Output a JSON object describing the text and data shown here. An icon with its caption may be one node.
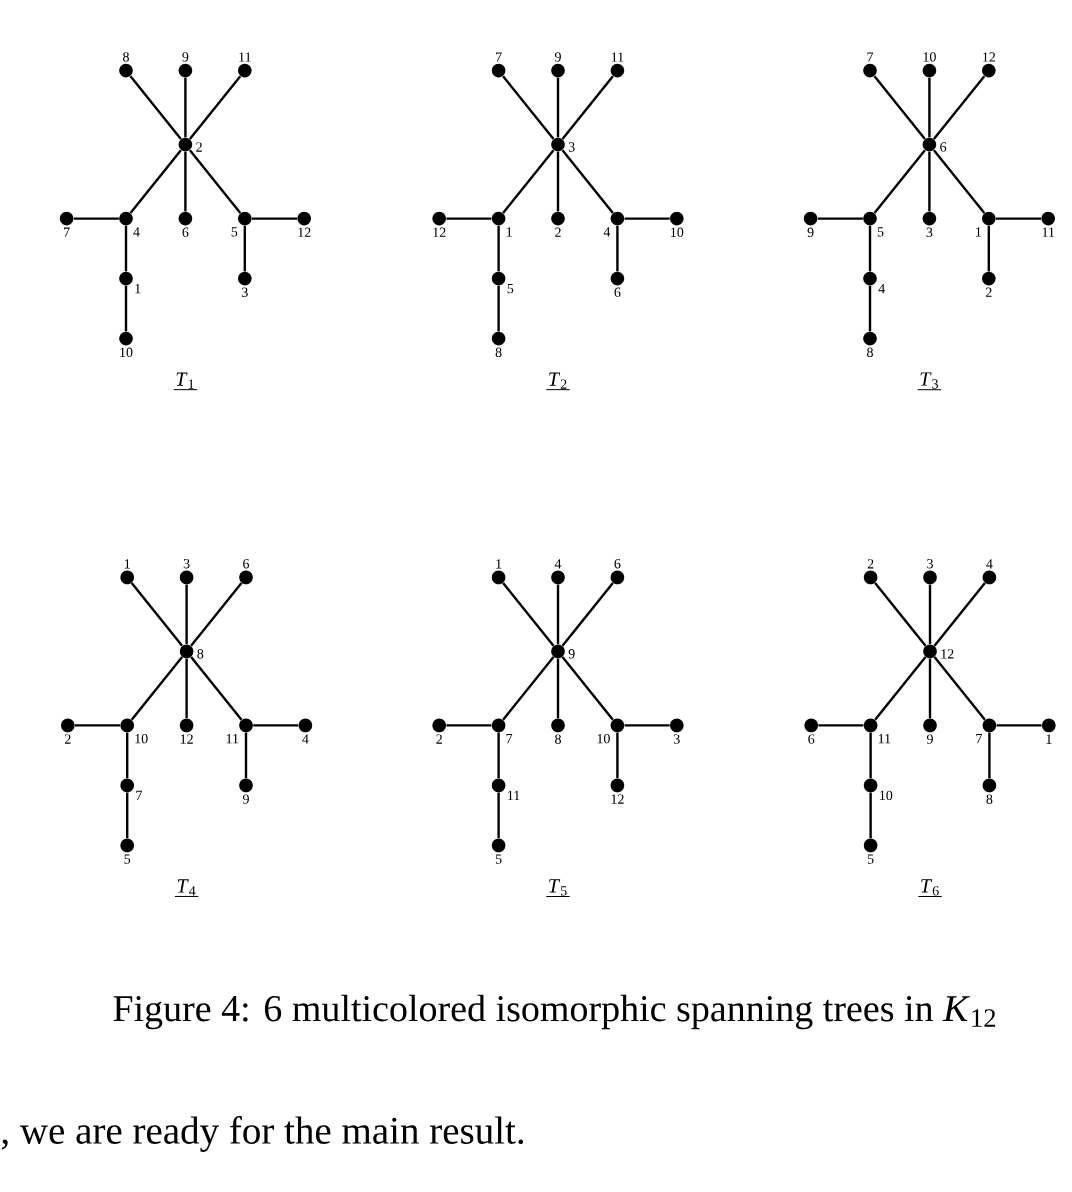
{
  "diagram": {
    "caption": "Figure 4: 6 multicolored isomorphic spanning trees in *K*$_{12}$",
    "nodes": [
      {
        "text": [],
        "shape": "circle",
        "beside": [
          "8"
        ]
      },
      {
        "text": [],
        "shape": "circle",
        "beside": [
          "9"
        ]
      },
      {
        "text": [],
        "shape": "circle",
        "beside": [
          "11"
        ]
      },
      {
        "text": [],
        "shape": "circle",
        "beside": [
          "2"
        ]
      },
      {
        "text": [],
        "shape": "circle",
        "beside": [
          "7"
        ]
      },
      {
        "text": [],
        "shape": "circle",
        "beside": [
          "4"
        ]
      },
      {
        "text": [],
        "shape": "circle",
        "beside": [
          "6"
        ]
      },
      {
        "text": [],
        "shape": "circle",
        "beside": [
          "5"
        ]
      },
      {
        "text": [],
        "shape": "circle",
        "beside": [
          "12"
        ]
      },
      {
        "text": [],
        "shape": "circle",
        "beside": [
          "1"
        ]
      },
      {
        "text": [],
        "shape": "circle",
        "beside": [
          "3"
        ]
      },
      {
        "text": [],
        "shape": "circle",
        "beside": [
          "10"
        ]
      },
      {
        "text": [],
        "shape": "circle",
        "beside": [
          "7"
        ]
      },
      {
        "text": [],
        "shape": "circle",
        "beside": [
          "9"
        ]
      },
      {
        "text": [],
        "shape": "circle",
        "beside": [
          "11"
        ]
      },
      {
        "text": [],
        "shape": "circle",
        "beside": [
          "3"
        ]
      },
      {
        "text": [],
        "shape": "circle",
        "beside": [
          "12"
        ]
      },
      {
        "text": [],
        "shape": "circle",
        "beside": [
          "1"
        ]
      },
      {
        "text": [],
        "shape": "circle",
        "beside": [
          "2"
        ]
      },
      {
        "text": [],
        "shape": "circle",
        "beside": [
          "4"
        ]
      },
      {
        "text": [],
        "shape": "circle",
        "beside": [
          "10"
        ]
      },
      {
        "text": [],
        "shape": "circle",
        "beside": [
          "5"
        ]
      },
      {
        "text": [],
        "shape": "circle",
        "beside": [
          "6"
        ]
      },
      {
        "text": [],
        "shape": "circle",
        "beside": [
          "8"
        ]
      },
      {
        "text": [],
        "shape": "circle",
        "beside": [
          "7"
        ]
      },
      {
        "text": [],
        "shape": "circle",
        "beside": [
          "10"
        ]
      },
      {
        "text": [],
        "shape": "circle",
        "beside": [
          "12"
        ]
      },
      {
        "text": [],
        "shape": "circle",
        "beside": [
          "6"
        ]
      },
      {
        "text": [],
        "shape": "circle",
        "beside": [
          "9"
        ]
      },
      {
        "text": [],
        "shape": "circle",
        "beside": [
          "5"
        ]
      },
      {
        "text": [],
        "shape": "circle",
        "beside": [
          "3"
        ]
      },
      {
        "text": [],
        "shape": "circle",
        "beside": [
          "1"
        ]
      },
      {
        "text": [],
        "shape": "circle",
        "beside": [
          "11"
        ]
      },
      {
        "text": [],
        "shape": "circle",
        "beside": [
          "4"
        ]
      },
      {
        "text": [],
        "shape": "circle",
        "beside": [
          "2"
        ]
      },
      {
        "text": [],
        "shape": "circle",
        "beside": [
          "8"
        ]
      },
      {
        "text": [],
        "shape": "circle",
        "beside": [
          "1"
        ]
      },
      {
        "text": [],
        "shape": "circle",
        "beside": [
          "3"
        ]
      },
      {
        "text": [],
        "shape": "circle",
        "beside": [
          "6"
        ]
      },
      {
        "text": [],
        "shape": "circle",
        "beside": [
          "8"
        ]
      },
      {
        "text": [],
        "shape": "circle",
        "beside": [
          "2"
        ]
      },
      {
        "text": [],
        "shape": "circle",
        "beside": [
          "10"
        ]
      },
      {
        "text": [],
        "shape": "circle",
        "beside": [
          "12"
        ]
      },
      {
        "text": [],
        "shape": "circle",
        "beside": [
          "11"
        ]
      },
      {
        "text": [],
        "shape": "circle",
        "beside": [
          "4"
        ]
      },
      {
        "text": [],
        "shape": "circle",
        "beside": [
          "7"
        ]
      },
      {
        "text": [],
        "shape": "circle",
        "beside": [
          "9"
        ]
      },
      {
        "text": [],
        "shape": "circle",
        "beside": [
          "5"
        ]
      },
      {
        "text": [],
        "shape": "circle",
        "beside": [
          "1"
        ]
      },
      {
        "text": [],
        "shape": "circle",
        "beside": [
          "4"
        ]
      },
      {
        "text": [],
        "shape": "circle",
        "beside": [
          "6"
        ]
      },
      {
        "text": [],
        "shape": "circle",
        "beside": [
          "9"
        ]
      },
      {
        "text": [],
        "shape": "circle",
        "beside": [
          "2"
        ]
      },
      {
        "text": [],
        "shape": "circle",
        "beside": [
          "7"
        ]
      },
      {
        "text": [],
        "shape": "circle",
        "beside": [
          "8"
        ]
      },
      {
        "text": [],
        "shape": "circle",
        "beside": [
          "10"
        ]
      },
      {
        "text": [],
        "shape": "circle",
        "beside": [
          "3"
        ]
      },
      {
        "text": [],
        "shape": "circle",
        "beside": [
          "11"
        ]
      },
      {
        "text": [],
        "shape": "circle",
        "beside": [
          "12"
        ]
      },
      {
        "text": [],
        "shape": "circle",
        "beside": [
          "5"
        ]
      },
      {
        "text": [],
        "shape": "circle",
        "beside": [
          "2"
        ]
      },
      {
        "text": [],
        "shape": "circle",
        "beside": [
          "3"
        ]
      },
      {
        "text": [],
        "shape": "circle",
        "beside": [
          "4"
        ]
      },
      {
        "text": [],
        "shape": "circle",
        "beside": [
          "12"
        ]
      },
      {
        "text": [],
        "shape": "circle",
        "beside": [
          "6"
        ]
      },
      {
        "text": [],
        "shape": "circle",
        "beside": [
          "11"
        ]
      },
      {
        "text": [],
        "shape": "circle",
        "beside": [
          "9"
        ]
      },
      {
        "text": [],
        "shape": "circle",
        "beside": [
          "7"
        ]
      },
      {
        "text": [],
        "shape": "circle",
        "beside": [
          "1"
        ]
      },
      {
        "text": [],
        "shape": "circle",
        "beside": [
          "10"
        ]
      },
      {
        "text": [],
        "shape": "circle",
        "beside": [
          "8"
        ]
      },
      {
        "text": [],
        "shape": "circle",
        "beside": [
          "5"
        ]
      }
    ],
    "edges": [
      {
        "from": 3,
        "to": 0,
        "arrow": "none"
      },
      {
        "from": 3,
        "to": 1,
        "arrow": "none"
      },
      {
        "from": 3,
        "to": 2,
        "arrow": "none"
      },
      {
        "from": 3,
        "to": 5,
        "arrow": "none"
      },
      {
        "from": 3,
        "to": 6,
        "arrow": "none"
      },
      {
        "from": 3,
        "to": 7,
        "arrow": "none"
      },
      {
        "from": 5,
        "to": 4,
        "arrow": "none"
      },
      {
        "from": 5,
        "to": 9,
        "arrow": "none"
      },
      {
        "from": 9,
        "to": 11,
        "arrow": "none"
      },
      {
        "from": 7,
        "to": 8,
        "arrow": "none"
      },
      {
        "from": 7,
        "to": 10,
        "arrow": "none"
      },
      {
        "from": 15,
        "to": 12,
        "arrow": "none"
      },
      {
        "from": 15,
        "to": 13,
        "arrow": "none"
      },
      {
        "from": 15,
        "to": 14,
        "arrow": "none"
      },
      {
        "from": 15,
        "to": 17,
        "arrow": "none"
      },
      {
        "from": 15,
        "to": 18,
        "arrow": "none"
      },
      {
        "from": 15,
        "to": 19,
        "arrow": "none"
      },
      {
        "from": 17,
        "to": 16,
        "arrow": "none"
      },
      {
        "from": 17,
        "to": 21,
        "arrow": "none"
      },
      {
        "from": 21,
        "to": 23,
        "arrow": "none"
      },
      {
        "from": 19,
        "to": 20,
        "arrow": "none"
      },
      {
        "from": 19,
        "to": 22,
        "arrow": "none"
      },
      {
        "from": 27,
        "to": 24,
        "arrow": "none"
      },
      {
        "from": 27,
        "to": 25,
        "arrow": "none"
      },
      {
        "from": 27,
        "to": 26,
        "arrow": "none"
      },
      {
        "from": 27,
        "to": 29,
        "arrow": "none"
      },
      {
        "from": 27,
        "to": 30,
        "arrow": "none"
      },
      {
        "from": 27,
        "to": 31,
        "arrow": "none"
      },
      {
        "from": 29,
        "to": 28,
        "arrow": "none"
      },
      {
        "from": 29,
        "to": 33,
        "arrow": "none"
      },
      {
        "from": 33,
        "to": 35,
        "arrow": "none"
      },
      {
        "from": 31,
        "to": 32,
        "arrow": "none"
      },
      {
        "from": 31,
        "to": 34,
        "arrow": "none"
      },
      {
        "from": 39,
        "to": 36,
        "arrow": "none"
      },
      {
        "from": 39,
        "to": 37,
        "arrow": "none"
      },
      {
        "from": 39,
        "to": 38,
        "arrow": "none"
      },
      {
        "from": 39,
        "to": 41,
        "arrow": "none"
      },
      {
        "from": 39,
        "to": 42,
        "arrow": "none"
      },
      {
        "from": 39,
        "to": 43,
        "arrow": "none"
      },
      {
        "from": 41,
        "to": 40,
        "arrow": "none"
      },
      {
        "from": 41,
        "to": 45,
        "arrow": "none"
      },
      {
        "from": 45,
        "to": 47,
        "arrow": "none"
      },
      {
        "from": 43,
        "to": 44,
        "arrow": "none"
      },
      {
        "from": 43,
        "to": 46,
        "arrow": "none"
      },
      {
        "from": 51,
        "to": 48,
        "arrow": "none"
      },
      {
        "from": 51,
        "to": 49,
        "arrow": "none"
      },
      {
        "from": 51,
        "to": 50,
        "arrow": "none"
      },
      {
        "from": 51,
        "to": 53,
        "arrow": "none"
      },
      {
        "from": 51,
        "to": 54,
        "arrow": "none"
      },
      {
        "from": 51,
        "to": 55,
        "arrow": "none"
      },
      {
        "from": 53,
        "to": 52,
        "arrow": "none"
      },
      {
        "from": 53,
        "to": 57,
        "arrow": "none"
      },
      {
        "from": 57,
        "to": 59,
        "arrow": "none"
      },
      {
        "from": 55,
        "to": 56,
        "arrow": "none"
      },
      {
        "from": 55,
        "to": 58,
        "arrow": "none"
      },
      {
        "from": 63,
        "to": 60,
        "arrow": "none"
      },
      {
        "from": 63,
        "to": 61,
        "arrow": "none"
      },
      {
        "from": 63,
        "to": 62,
        "arrow": "none"
      },
      {
        "from": 63,
        "to": 65,
        "arrow": "none"
      },
      {
        "from": 63,
        "to": 66,
        "arrow": "none"
      },
      {
        "from": 63,
        "to": 67,
        "arrow": "none"
      },
      {
        "from": 65,
        "to": 64,
        "arrow": "none"
      },
      {
        "from": 65,
        "to": 69,
        "arrow": "none"
      },
      {
        "from": 69,
        "to": 71,
        "arrow": "none"
      },
      {
        "from": 67,
        "to": 68,
        "arrow": "none"
      },
      {
        "from": 67,
        "to": 70,
        "arrow": "none"
      }
    ],
    "labels": [
      "*T*$_{1}$",
      "*T*$_{2}$",
      "*T*$_{3}$",
      "*T*$_{4}$",
      "*T*$_{5}$",
      "*T*$_{6}$",
      ", we are ready for the main result."
    ]
  }
}
